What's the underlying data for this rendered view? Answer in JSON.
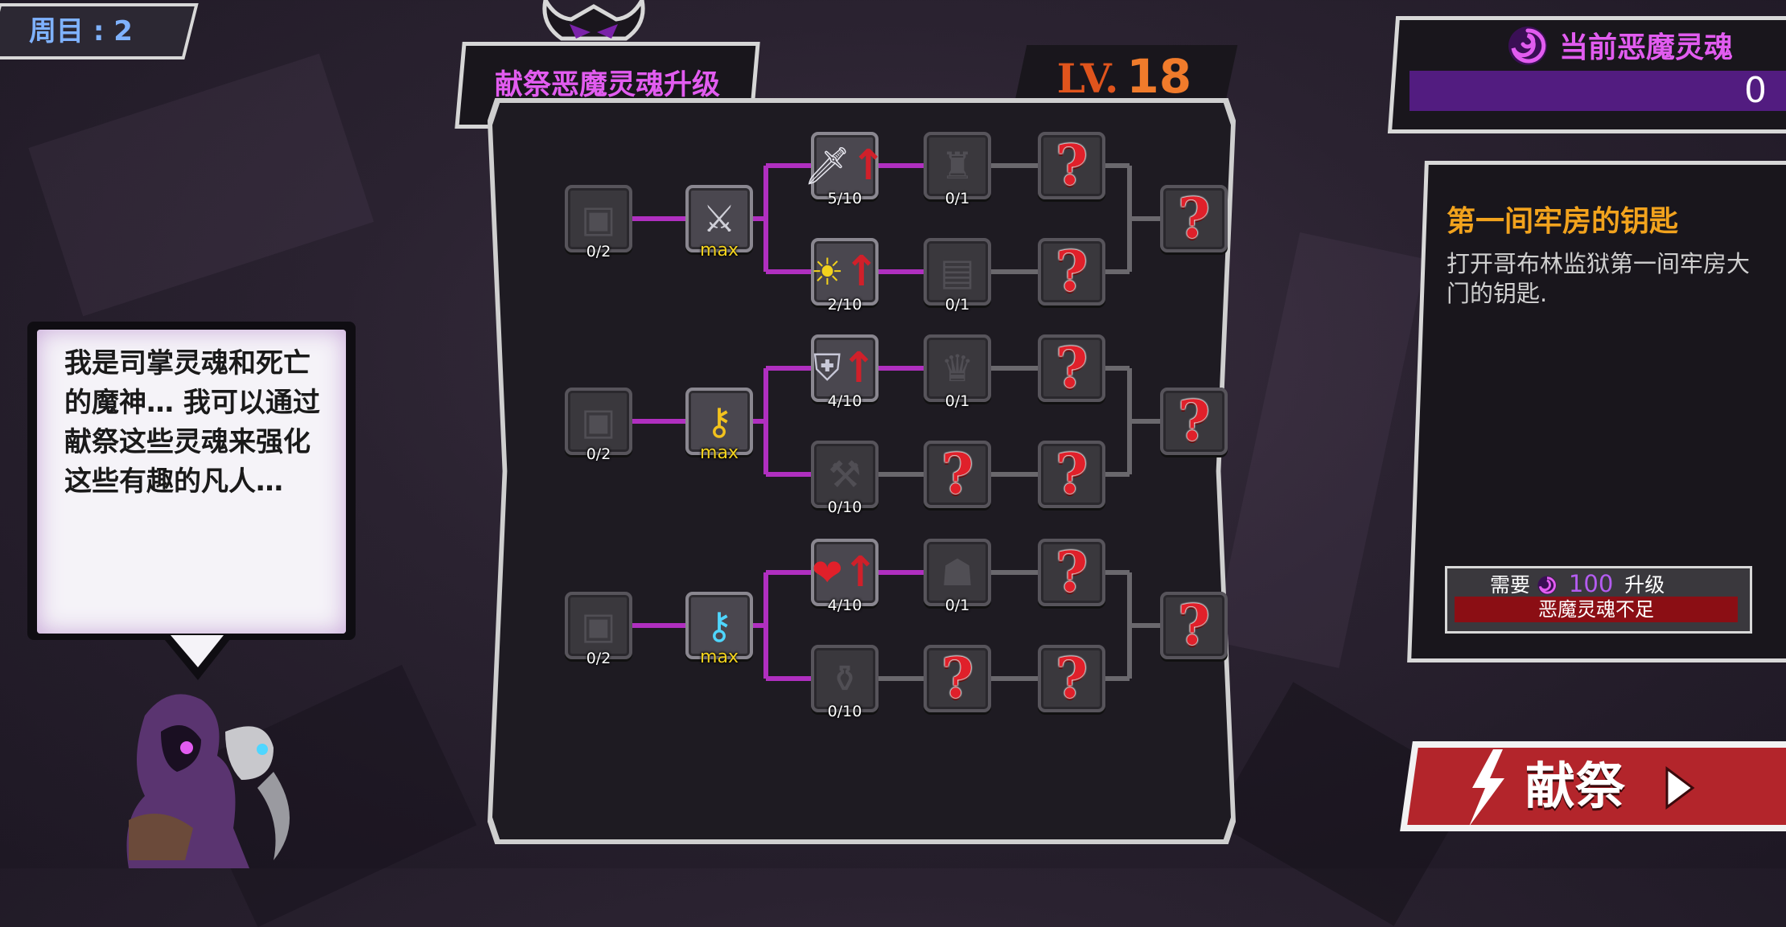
{
  "round": {
    "label": "周目 : 2"
  },
  "title": "献祭恶魔灵魂升级",
  "level": {
    "label": "LV.",
    "value": "18"
  },
  "souls": {
    "label": "当前恶魔灵魂",
    "value": "0",
    "icon": "purple-spiral-soul-icon"
  },
  "selected_item": {
    "name": "第一间牢房的钥匙",
    "description": "打开哥布林监狱第一间牢房大门的钥匙."
  },
  "cost": {
    "prefix": "需要",
    "amount": "100",
    "suffix": "升级",
    "warning": "恶魔灵魂不足"
  },
  "sacrifice_button": {
    "label": "献祭"
  },
  "dialogue": {
    "text": "我是司掌灵魂和死亡的魔神… 我可以通过献祭这些灵魂来强化这些有趣的凡人…"
  },
  "colors": {
    "accent": "#e25cf0",
    "level": "#f07b2b",
    "locked": "#e0202a",
    "link": "#b02fc0",
    "button": "#b3252b",
    "item_name": "#f2a31d"
  },
  "tree": {
    "rows": [
      {
        "nodes": [
          {
            "id": "r1-base",
            "icon": "chest-icon",
            "count": "0/2",
            "state": "locked"
          },
          {
            "id": "r1-root",
            "icon": "axe-key-icon",
            "count": "max",
            "state": "max"
          },
          {
            "id": "r1-a1",
            "icon": "sword-attack-up-icon",
            "count": "5/10",
            "state": "active"
          },
          {
            "id": "r1-a2",
            "icon": "armored-figure-icon",
            "count": "0/1",
            "state": "locked"
          },
          {
            "id": "r1-a3",
            "icon": "question-mark-icon",
            "count": "",
            "state": "unknown"
          },
          {
            "id": "r1-b1",
            "icon": "sun-up-icon",
            "count": "2/10",
            "state": "active"
          },
          {
            "id": "r1-b2",
            "icon": "map-scroll-icon",
            "count": "0/1",
            "state": "locked"
          },
          {
            "id": "r1-b3",
            "icon": "question-mark-icon",
            "count": "",
            "state": "unknown"
          },
          {
            "id": "r1-end",
            "icon": "question-mark-icon",
            "count": "",
            "state": "unknown"
          }
        ]
      },
      {
        "nodes": [
          {
            "id": "r2-base",
            "icon": "treasure-chest-icon",
            "count": "0/2",
            "state": "locked"
          },
          {
            "id": "r2-root",
            "icon": "gold-key-icon",
            "count": "max",
            "state": "max"
          },
          {
            "id": "r2-a1",
            "icon": "shield-up-icon",
            "count": "4/10",
            "state": "active"
          },
          {
            "id": "r2-a2",
            "icon": "gold-treasure-icon",
            "count": "0/1",
            "state": "locked"
          },
          {
            "id": "r2-a3",
            "icon": "question-mark-icon",
            "count": "",
            "state": "unknown"
          },
          {
            "id": "r2-b1",
            "icon": "anvil-hand-icon",
            "count": "0/10",
            "state": "locked"
          },
          {
            "id": "r2-b2",
            "icon": "question-mark-icon",
            "count": "",
            "state": "unknown"
          },
          {
            "id": "r2-b3",
            "icon": "question-mark-icon",
            "count": "",
            "state": "unknown"
          },
          {
            "id": "r2-end",
            "icon": "question-mark-icon",
            "count": "",
            "state": "unknown"
          }
        ]
      },
      {
        "nodes": [
          {
            "id": "r3-base",
            "icon": "backpack-icon",
            "count": "0/2",
            "state": "locked"
          },
          {
            "id": "r3-root",
            "icon": "crystal-key-icon",
            "count": "max",
            "state": "max"
          },
          {
            "id": "r3-a1",
            "icon": "heart-up-icon",
            "count": "4/10",
            "state": "active"
          },
          {
            "id": "r3-a2",
            "icon": "hooded-figure-icon",
            "count": "0/1",
            "state": "locked"
          },
          {
            "id": "r3-a3",
            "icon": "question-mark-icon",
            "count": "",
            "state": "unknown"
          },
          {
            "id": "r3-b1",
            "icon": "red-potion-icon",
            "count": "0/10",
            "state": "locked"
          },
          {
            "id": "r3-b2",
            "icon": "question-mark-icon",
            "count": "",
            "state": "unknown"
          },
          {
            "id": "r3-b3",
            "icon": "question-mark-icon",
            "count": "",
            "state": "unknown"
          },
          {
            "id": "r3-end",
            "icon": "question-mark-icon",
            "count": "",
            "state": "unknown"
          }
        ]
      }
    ]
  }
}
